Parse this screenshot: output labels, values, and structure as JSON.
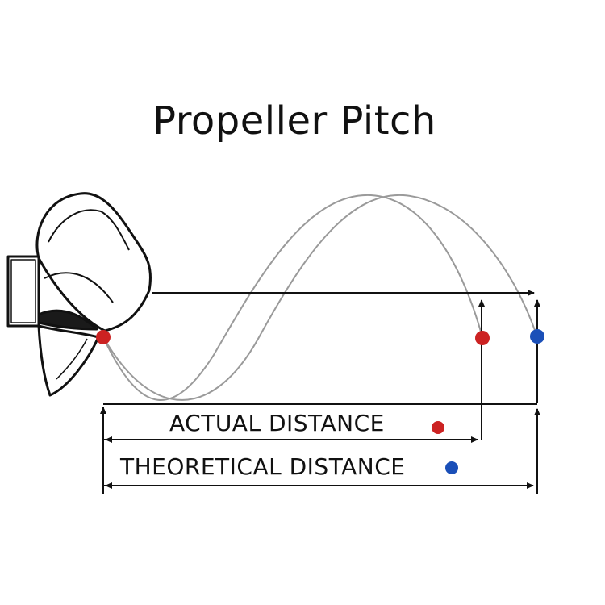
{
  "title": "Propeller Pitch",
  "labels": {
    "actual": "ACTUAL DISTANCE",
    "theoretical": "THEORETICAL DISTANCE"
  },
  "colors": {
    "actual_marker": "#cc2222",
    "theoretical_marker": "#1a4fb8",
    "lines": "#111111",
    "wave": "#9a9a9a"
  },
  "icons": {
    "propeller": "propeller-icon"
  }
}
